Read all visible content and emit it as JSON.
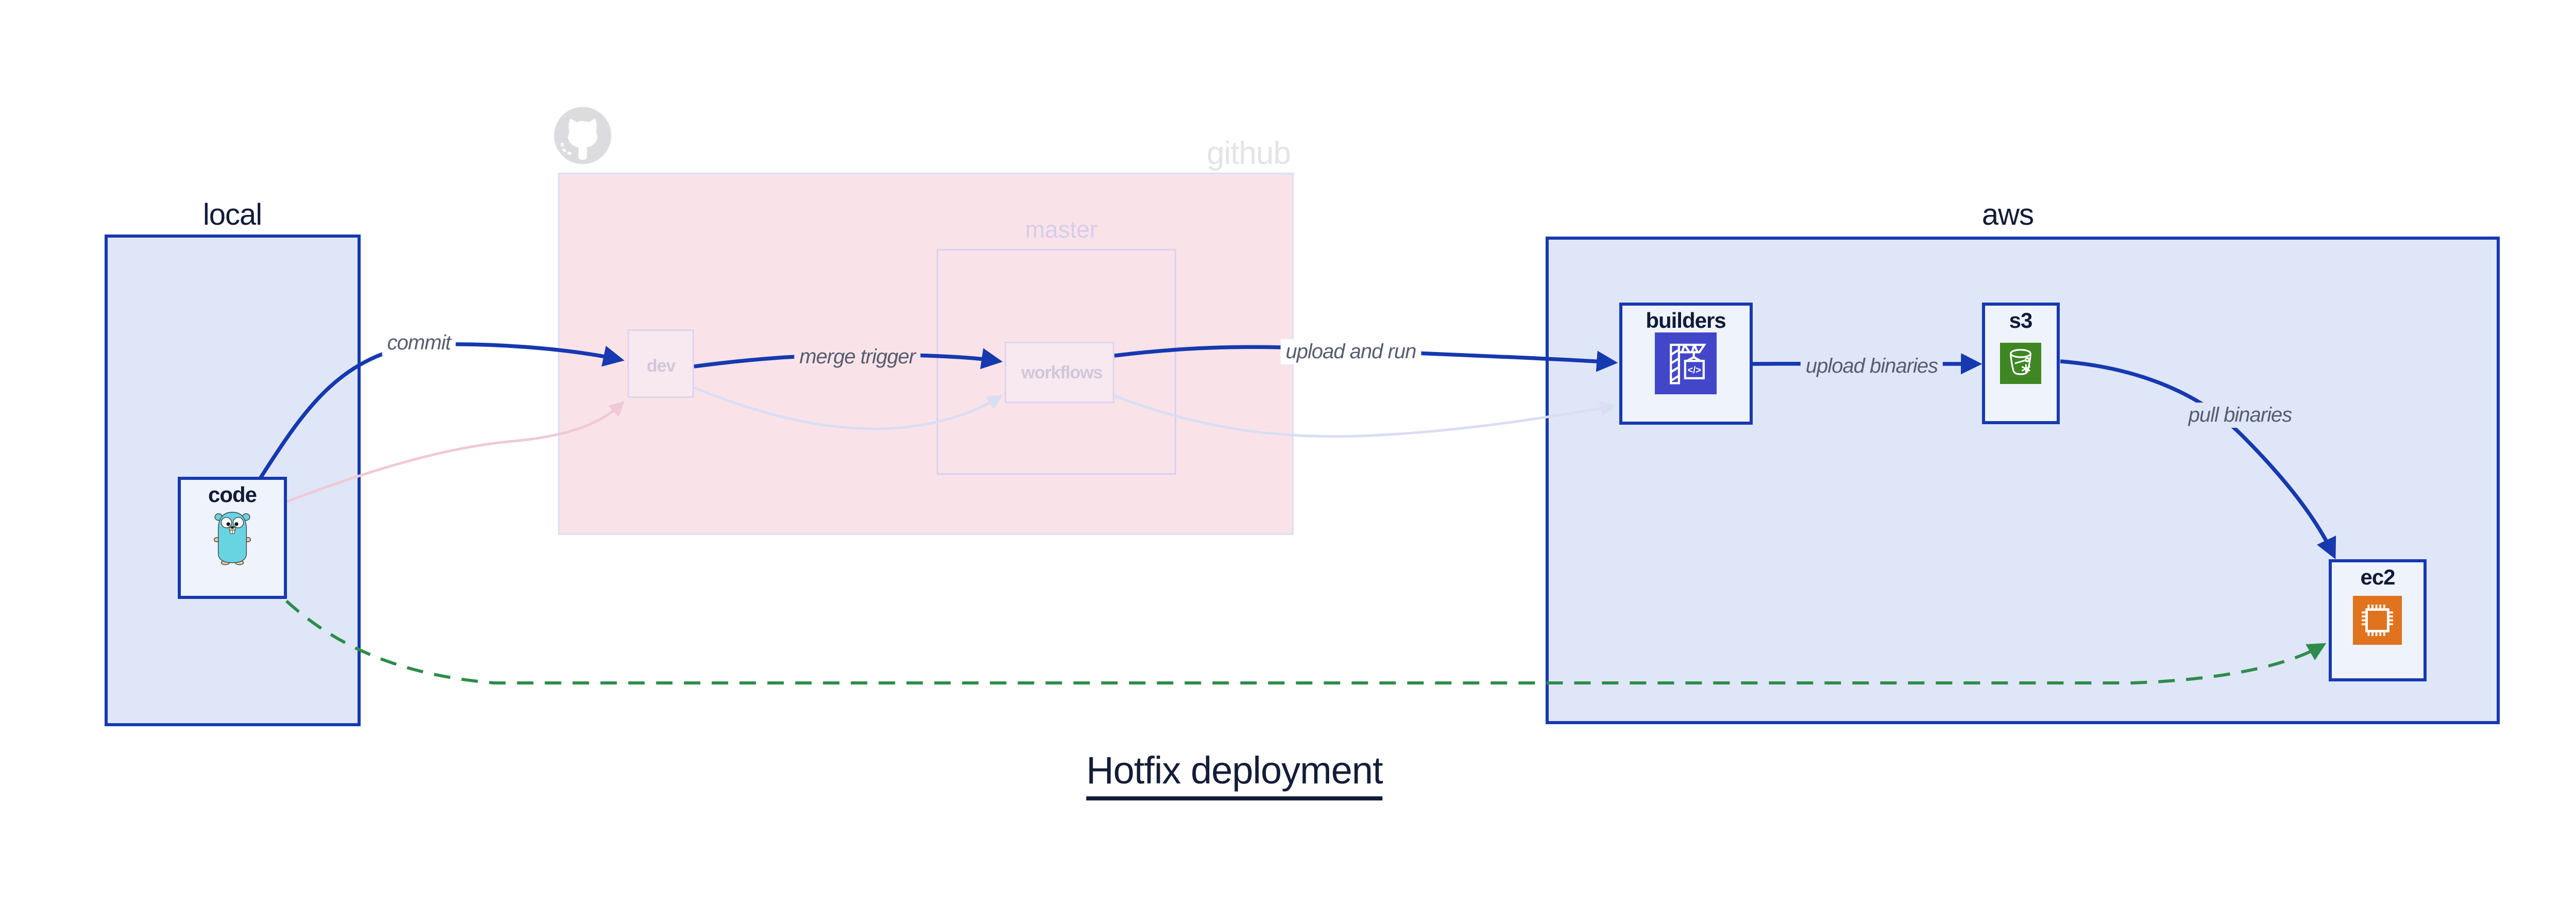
{
  "title": {
    "text": "Hotfix deployment"
  },
  "groups": {
    "local": {
      "label": "local"
    },
    "github": {
      "label": "github",
      "branch": "master"
    },
    "aws": {
      "label": "aws"
    }
  },
  "nodes": {
    "code": {
      "label": "code",
      "icon": "go-gopher-icon"
    },
    "dev": {
      "label": "dev"
    },
    "workflows": {
      "label": "workflows"
    },
    "builders": {
      "label": "builders",
      "icon": "codebuild-icon"
    },
    "s3": {
      "label": "s3",
      "icon": "s3-bucket-icon"
    },
    "ec2": {
      "label": "ec2",
      "icon": "ec2-chip-icon"
    }
  },
  "edge_labels": {
    "commit": "commit",
    "merge_trigger": "merge trigger",
    "upload_and_run": "upload and run",
    "upload_binaries": "upload binaries",
    "pull_binaries": "pull binaries"
  },
  "edges": [
    {
      "from": "code",
      "to": "dev",
      "label": "commit",
      "style": "solid-blue"
    },
    {
      "from": "dev",
      "to": "workflows",
      "label": "merge trigger",
      "style": "solid-blue"
    },
    {
      "from": "workflows",
      "to": "builders",
      "label": "upload and run",
      "style": "solid-blue"
    },
    {
      "from": "builders",
      "to": "s3",
      "label": "upload binaries",
      "style": "solid-blue"
    },
    {
      "from": "s3",
      "to": "ec2",
      "label": "pull binaries",
      "style": "solid-blue"
    },
    {
      "from": "code",
      "to": "dev",
      "label": "",
      "style": "faded-pink"
    },
    {
      "from": "dev",
      "to": "workflows",
      "label": "",
      "style": "faded-lavender"
    },
    {
      "from": "workflows",
      "to": "builders",
      "label": "",
      "style": "faded-lavender"
    },
    {
      "from": "code",
      "to": "ec2",
      "label": "",
      "style": "dashed-green"
    }
  ],
  "colors": {
    "container_border": "#1639b0",
    "container_fill": "#dfe6f8",
    "node_fill": "#eff3fc",
    "github_fill": "#f9e3e9",
    "github_border": "#dadff7",
    "master_border": "#d8d0ed",
    "faded_node_fill": "#f8e9f0",
    "faded_node_border": "#ddd4ee",
    "faded_text": "#cfc7d9",
    "arrow_blue": "#1639b0",
    "arrow_green": "#2e8c4b",
    "arrow_pink_faded": "#f0c9d6",
    "arrow_lavender_faded": "#d9def3",
    "edge_label_color": "#575d70",
    "heading_color": "#141d37",
    "github_gray": "#dcdcde",
    "codebuild_purple": "#4247c9",
    "s3_green": "#3f8624",
    "ec2_orange": "#e0731d",
    "gopher_teal": "#68d4e2"
  }
}
